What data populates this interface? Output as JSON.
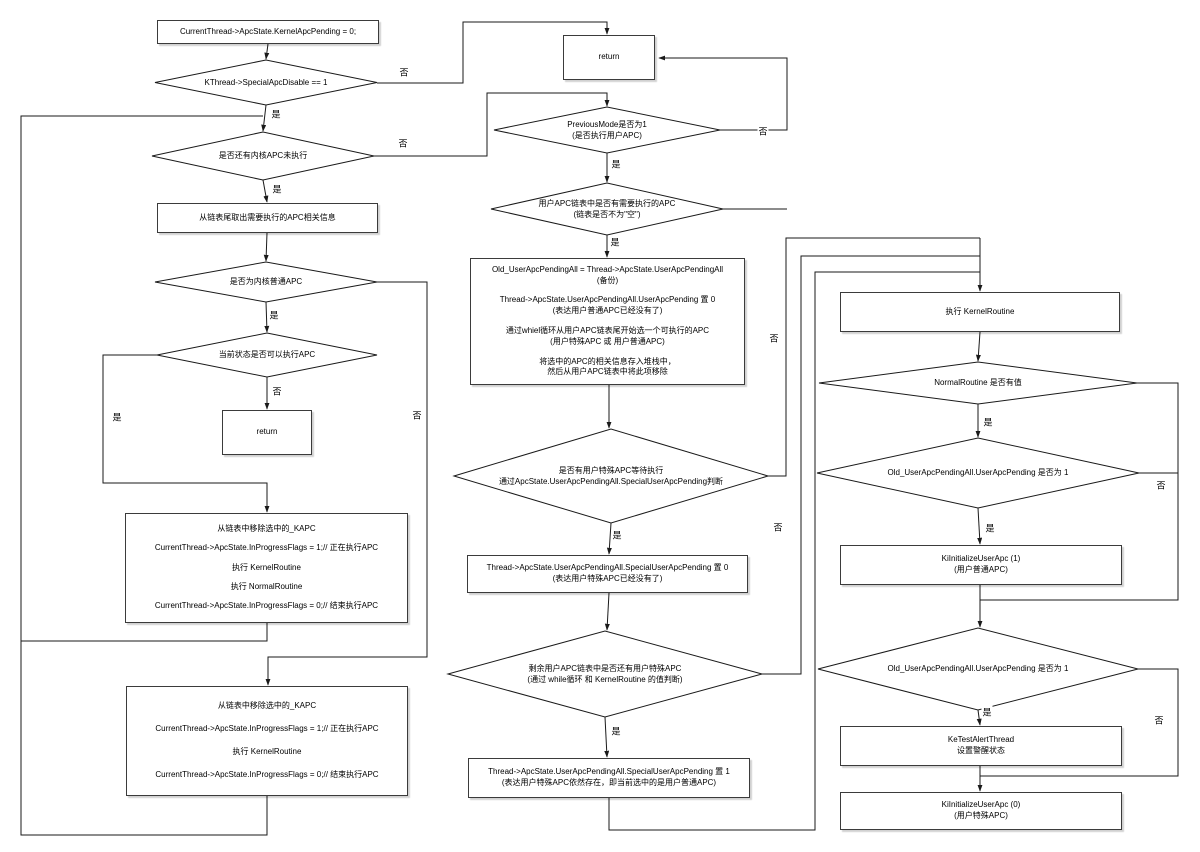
{
  "labels": {
    "yes": "是",
    "no": "否"
  },
  "nodes": {
    "init": {
      "lines": [
        "CurrentThread->ApcState.KernelApcPending = 0;"
      ]
    },
    "d_special_disable": {
      "lines": [
        "KThread->SpecialApcDisable == 1"
      ]
    },
    "d_kernel_apc_left": {
      "lines": [
        "是否还有内核APC未执行"
      ]
    },
    "fetch_info": {
      "lines": [
        "从链表尾取出需要执行的APC相关信息"
      ]
    },
    "d_is_normal_kapc": {
      "lines": [
        "是否为内核普通APC"
      ]
    },
    "d_can_exec": {
      "lines": [
        "当前状态是否可以执行APC"
      ]
    },
    "return_left": {
      "lines": [
        "return"
      ]
    },
    "kapc_exec_full": {
      "lines": [
        "从链表中移除选中的_KAPC",
        "CurrentThread->ApcState.InProgressFlags = 1;// 正在执行APC",
        "执行 KernelRoutine",
        "执行 NormalRoutine",
        "CurrentThread->ApcState.InProgressFlags = 0;// 结束执行APC"
      ]
    },
    "kapc_exec_special": {
      "lines": [
        "从链表中移除选中的_KAPC",
        "CurrentThread->ApcState.InProgressFlags = 1;// 正在执行APC",
        "执行 KernelRoutine",
        "CurrentThread->ApcState.InProgressFlags = 0;// 结束执行APC"
      ]
    },
    "return_top": {
      "lines": [
        "return"
      ]
    },
    "d_previous_mode": {
      "lines": [
        "PreviousMode是否为1",
        "(是否执行用户APC)"
      ]
    },
    "d_user_apc_list": {
      "lines": [
        "用户APC链表中是否有需要执行的APC",
        "(链表是否不为\"空\")"
      ]
    },
    "prep_user_apc": {
      "lines": [
        "Old_UserApcPendingAll = Thread->ApcState.UserApcPendingAll",
        "(备份)",
        "Thread->ApcState.UserApcPendingAll.UserApcPending 置 0",
        "(表达用户普通APC已经没有了)",
        "通过whiel循环从用户APC链表尾开始选一个可执行的APC",
        "(用户特殊APC 或 用户普通APC)",
        "将选中的APC的相关信息存入堆栈中，",
        "然后从用户APC链表中将此项移除"
      ]
    },
    "d_special_user_pending": {
      "lines": [
        "是否有用户特殊APC等待执行",
        "通过ApcState.UserApcPendingAll.SpecialUserApcPending判断"
      ]
    },
    "clear_special_pending": {
      "lines": [
        "Thread->ApcState.UserApcPendingAll.SpecialUserApcPending 置 0",
        "(表达用户特殊APC已经没有了)"
      ]
    },
    "d_remaining_special": {
      "lines": [
        "剩余用户APC链表中是否还有用户特殊APC",
        "(通过 while循环 和 KernelRoutine 的值判断)"
      ]
    },
    "set_special_pending": {
      "lines": [
        "Thread->ApcState.UserApcPendingAll.SpecialUserApcPending 置 1",
        "(表达用户特殊APC依然存在，即当前选中的是用户普通APC)"
      ]
    },
    "exec_kernel_routine": {
      "lines": [
        "执行 KernelRoutine"
      ]
    },
    "d_normal_routine": {
      "lines": [
        "NormalRoutine 是否有值"
      ]
    },
    "d_old_pending_1": {
      "lines": [
        "Old_UserApcPendingAll.UserApcPending 是否为 1"
      ]
    },
    "ki_init_user_apc_1": {
      "lines": [
        "KiInitializeUserApc  (1)",
        "(用户普通APC)"
      ]
    },
    "d_old_pending_2": {
      "lines": [
        "Old_UserApcPendingAll.UserApcPending 是否为 1"
      ]
    },
    "ke_test_alert": {
      "lines": [
        "KeTestAlertThread",
        "设置警醒状态"
      ]
    },
    "ki_init_user_apc_0": {
      "lines": [
        "KiInitializeUserApc  (0)",
        "(用户特殊APC)"
      ]
    }
  }
}
